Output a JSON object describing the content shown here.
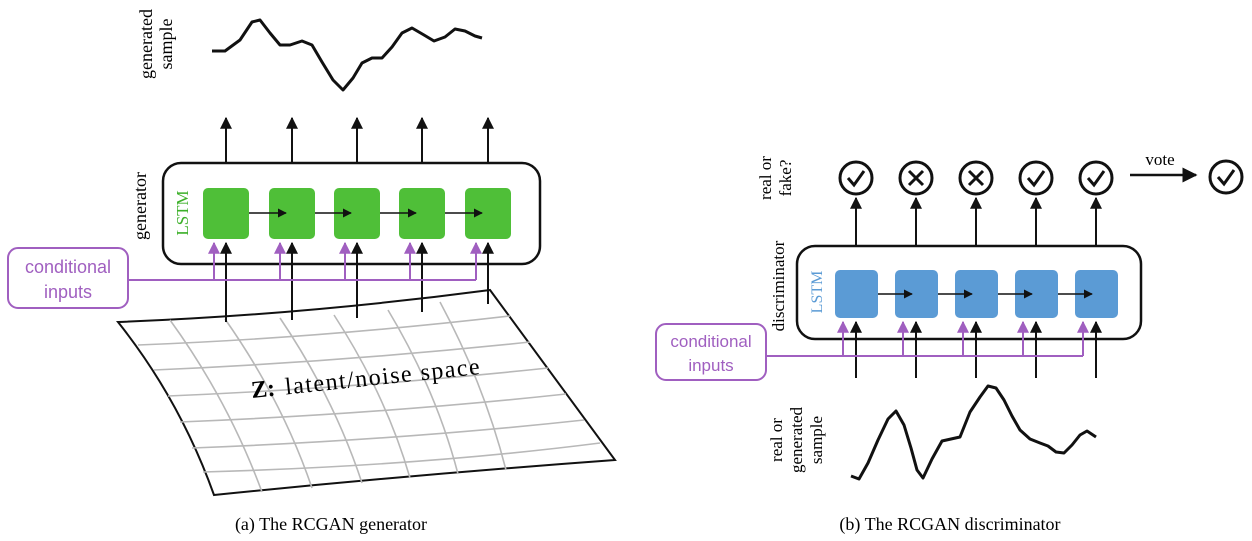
{
  "generator": {
    "output_label_line1": "generated",
    "output_label_line2": "sample",
    "block_label": "generator",
    "cell_label": "LSTM",
    "conditional_line1": "conditional",
    "conditional_line2": "inputs",
    "latent_bold": "Z:",
    "latent_text": "latent/noise space",
    "caption": "(a) The RCGAN generator"
  },
  "discriminator": {
    "decision_label_line1": "real or",
    "decision_label_line2": "fake?",
    "block_label": "discriminator",
    "cell_label": "LSTM",
    "conditional_line1": "conditional",
    "conditional_line2": "inputs",
    "vote_label": "vote",
    "input_label_line1": "real or",
    "input_label_line2": "generated",
    "input_label_line3": "sample",
    "outputs": [
      "real",
      "fake",
      "fake",
      "real",
      "real"
    ],
    "vote_result": "real",
    "caption": "(b) The RCGAN discriminator"
  },
  "colors": {
    "generator_cell": "#4fbf38",
    "generator_label": "#3db02a",
    "discriminator_cell": "#5b9bd5",
    "discriminator_label": "#5b9bd5",
    "conditional": "#a05fc0",
    "grid": "#b8b8b8",
    "ink": "#111111"
  }
}
